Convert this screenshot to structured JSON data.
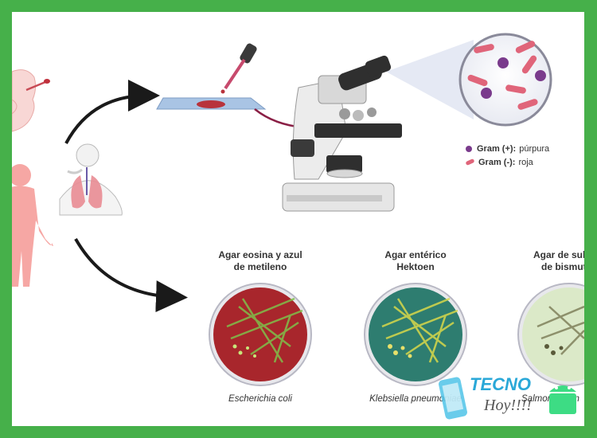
{
  "legend": {
    "gram_pos": {
      "label": "Gram (+):",
      "value": "púrpura",
      "color": "#7a3b8c"
    },
    "gram_neg": {
      "label": "Gram (-):",
      "value": "roja",
      "color": "#e0657a"
    }
  },
  "agars": [
    {
      "title_line1": "Agar eosina y azul",
      "title_line2": "de metileno",
      "species": "Escherichia coli",
      "plate_color": "#a8262c"
    },
    {
      "title_line1": "Agar entérico",
      "title_line2": "Hektoen",
      "species": "Klebsiella pneumoniae",
      "plate_color": "#2e7d70"
    },
    {
      "title_line1": "Agar de sul",
      "title_line2": "de bismut",
      "species": "Salmonella en",
      "plate_color": "#dbe9c8"
    }
  ],
  "watermark": {
    "line1": "TECNO",
    "line2": "Hoy!!!!"
  },
  "colors": {
    "frame": "#46b04a",
    "arrow": "#1a1a1a"
  }
}
